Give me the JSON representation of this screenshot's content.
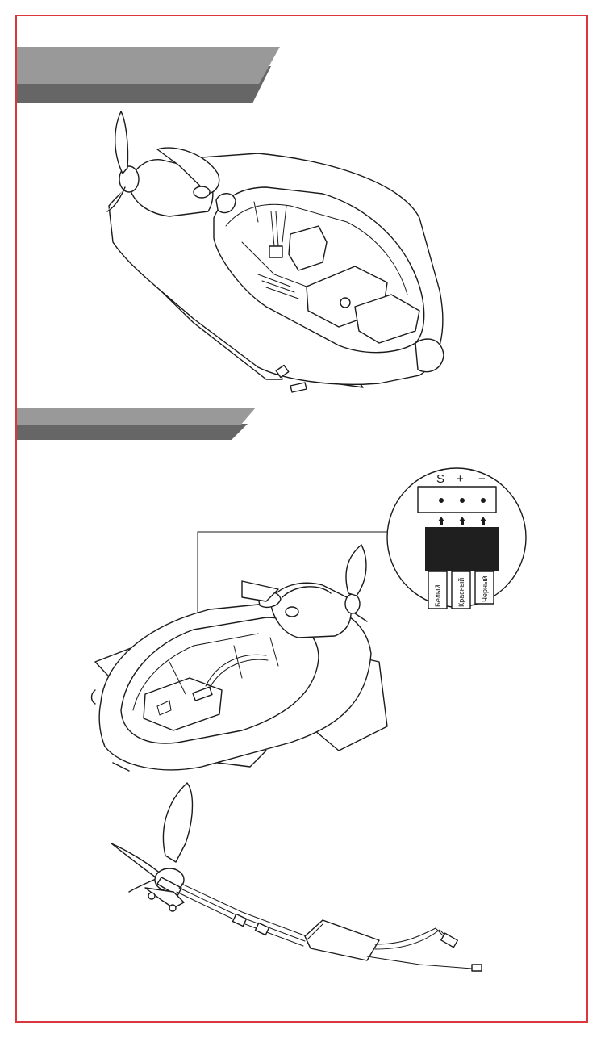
{
  "colors": {
    "border": "#d9363e",
    "banner": "#999999",
    "banner_shadow": "#666666",
    "connector": "#1f1f1f"
  },
  "section_banners": [
    {
      "label": ""
    },
    {
      "label": ""
    }
  ],
  "connector_diagram": {
    "pins": [
      "S",
      "+",
      "−"
    ],
    "wires": [
      "Белый",
      "Красный",
      "Черный"
    ]
  }
}
